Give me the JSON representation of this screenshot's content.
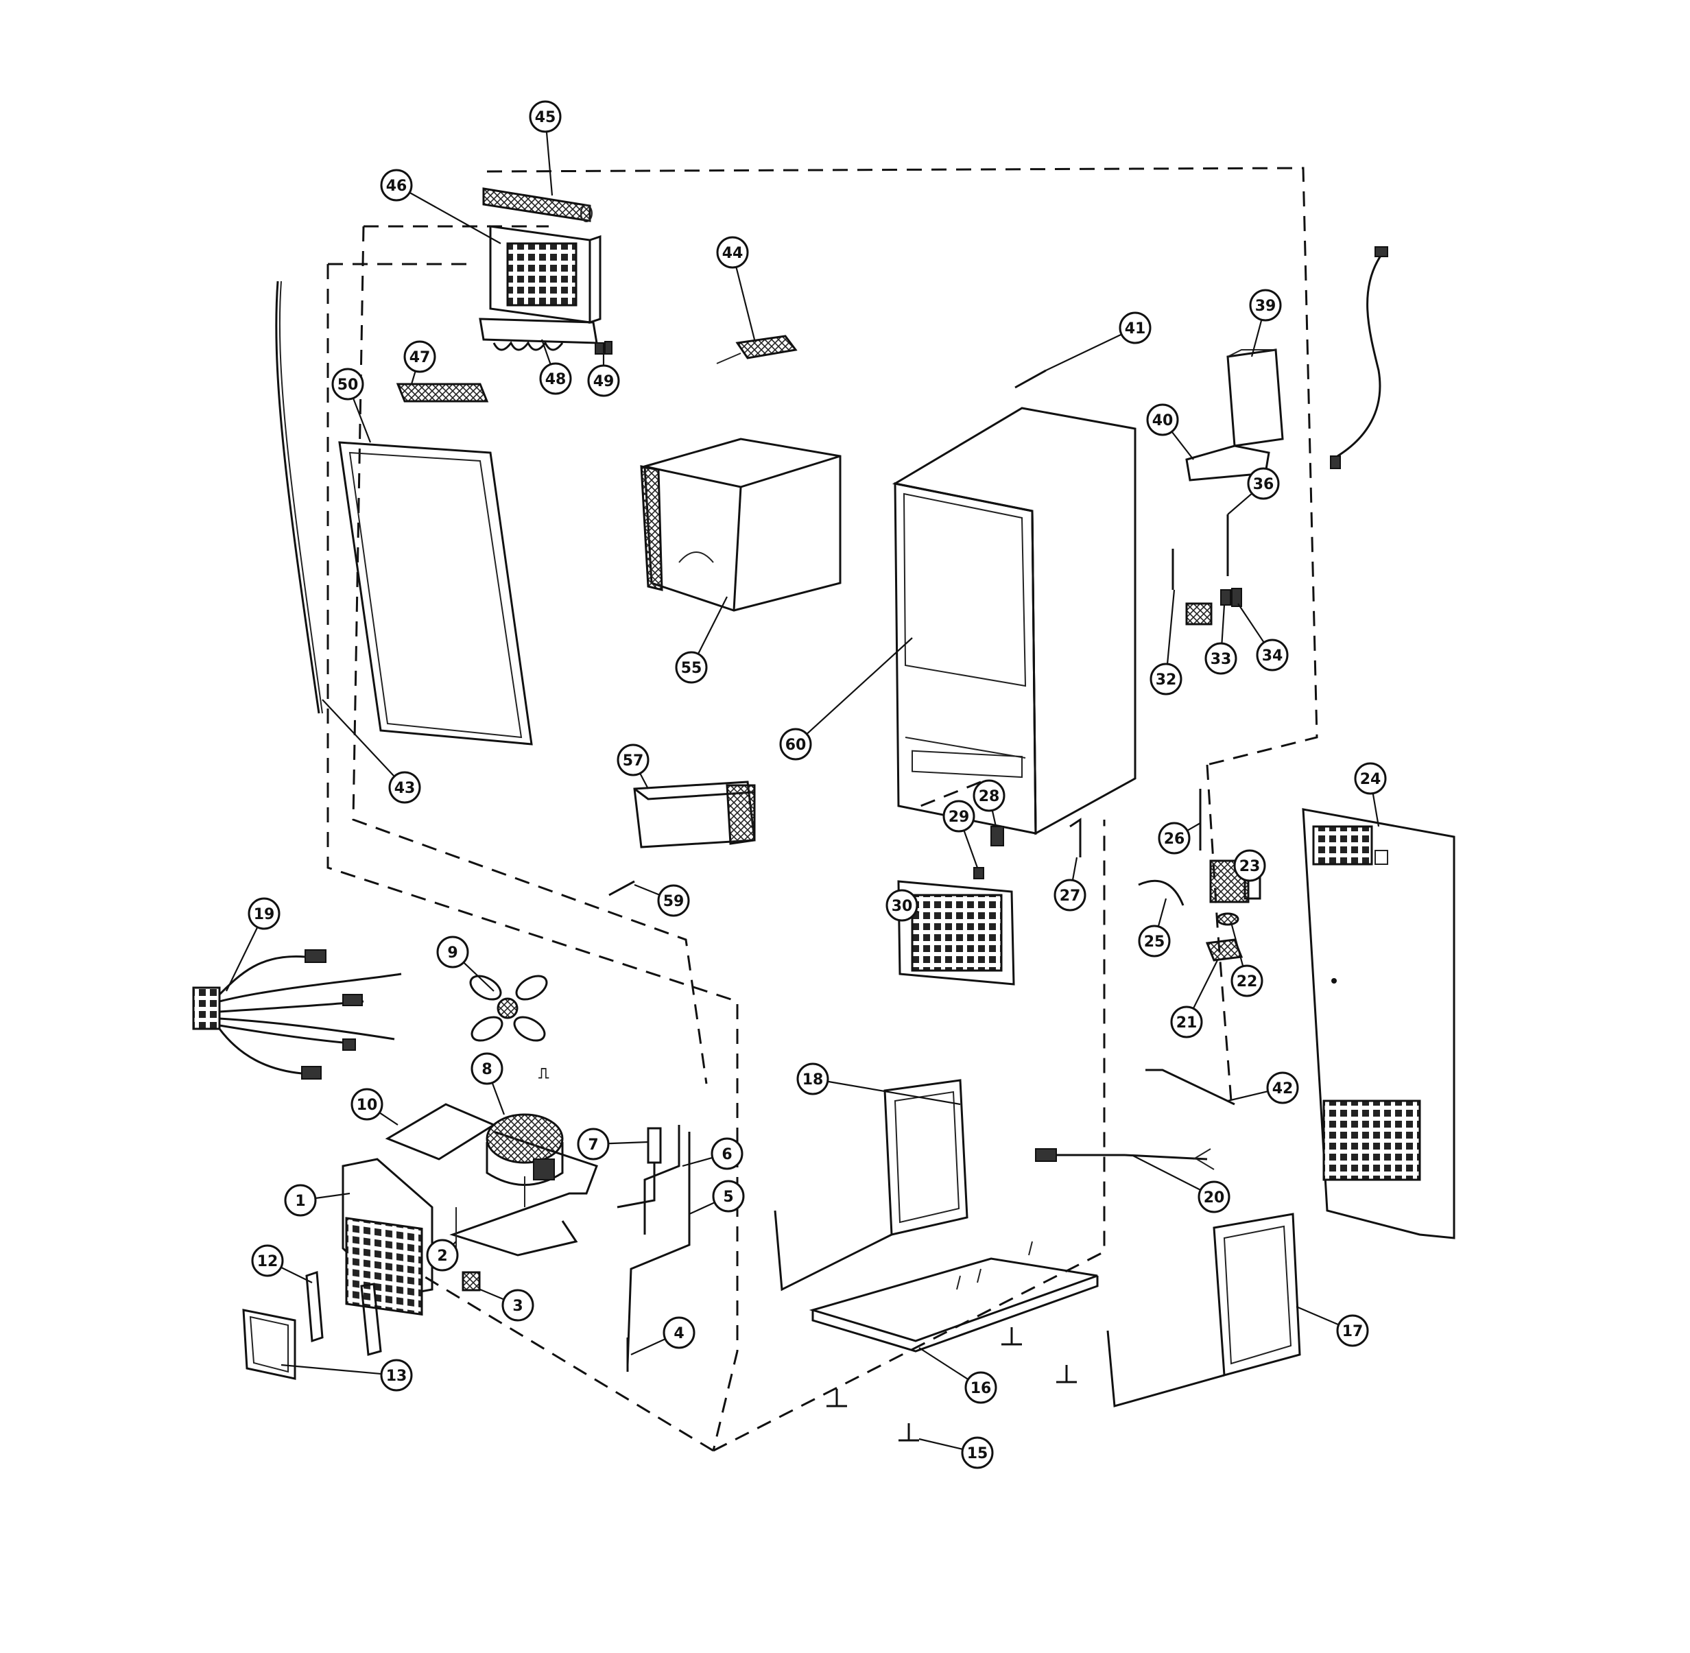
{
  "callouts": [
    "1",
    "2",
    "3",
    "4",
    "5",
    "6",
    "7",
    "8",
    "9",
    "10",
    "12",
    "13",
    "15",
    "16",
    "17",
    "18",
    "19",
    "20",
    "21",
    "22",
    "23",
    "24",
    "25",
    "26",
    "27",
    "28",
    "29",
    "30",
    "32",
    "33",
    "34",
    "36",
    "39",
    "40",
    "41",
    "42",
    "43",
    "44",
    "45",
    "46",
    "47",
    "48",
    "49",
    "50",
    "55",
    "57",
    "59",
    "60"
  ],
  "diagram_marks": {
    "start_symbol": "⎍"
  },
  "colors": {
    "line": "#111111",
    "background": "#ffffff"
  }
}
